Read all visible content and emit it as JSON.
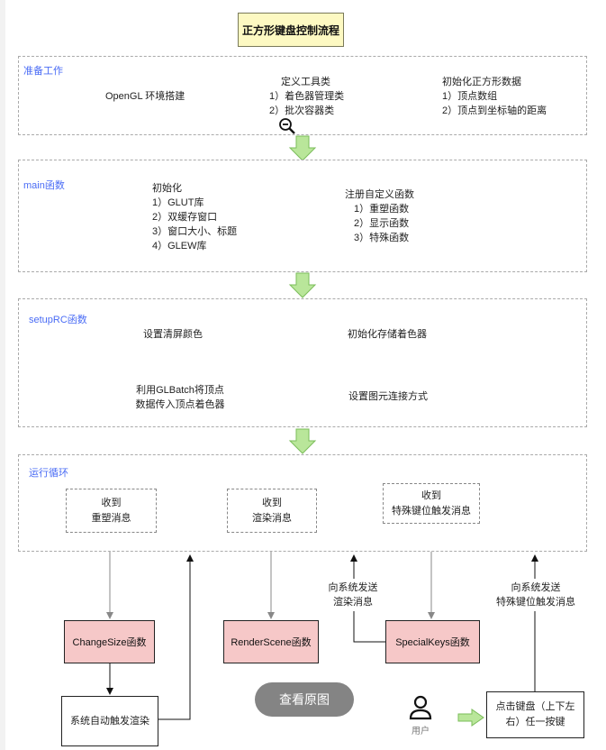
{
  "title": "正方形键盘控制流程",
  "sections": {
    "prep": {
      "label": "准备工作",
      "env": "OpenGL 环境搭建",
      "tools_title": "定义工具类",
      "tools_1": "1）着色器管理类",
      "tools_2": "2）批次容器类",
      "init_title": "初始化正方形数据",
      "init_1": "1）顶点数组",
      "init_2": "2）顶点到坐标轴的距离"
    },
    "main": {
      "label": "main函数",
      "init_title": "初始化",
      "init_1": "1）GLUT库",
      "init_2": "2）双缓存窗口",
      "init_3": "3）窗口大小、标题",
      "init_4": "4）GLEW库",
      "reg_title": "注册自定义函数",
      "reg_1": "1）重塑函数",
      "reg_2": "2）显示函数",
      "reg_3": "3）特殊函数"
    },
    "setup": {
      "label": "setupRC函数",
      "clear": "设置清屏颜色",
      "shader": "初始化存储着色器",
      "primitive": "设置图元连接方式",
      "batch_1": "利用GLBatch将顶点",
      "batch_2": "数据传入顶点着色器"
    },
    "loop": {
      "label": "运行循环",
      "recv_reshape_1": "收到",
      "recv_reshape_2": "重塑消息",
      "recv_render_1": "收到",
      "recv_render_2": "渲染消息",
      "recv_special_1": "收到",
      "recv_special_2": "特殊键位触发消息"
    }
  },
  "bottom": {
    "change_size": "ChangeSize函数",
    "render_scene": "RenderScene函数",
    "special_keys": "SpecialKeys函数",
    "auto_render": "系统自动触发渲染",
    "send_render_1": "向系统发送",
    "send_render_2": "渲染消息",
    "send_special_1": "向系统发送",
    "send_special_2": "特殊键位触发消息",
    "user_label": "用户",
    "key_press_1": "点击键盘（上下左",
    "key_press_2": "右）任一按键",
    "view_original": "查看原图"
  },
  "colors": {
    "title_bg": "#fdf9c2",
    "section_label": "#4a6cf5",
    "func_box": "#f6c8c8",
    "down_arrow": "#b9e69a"
  }
}
